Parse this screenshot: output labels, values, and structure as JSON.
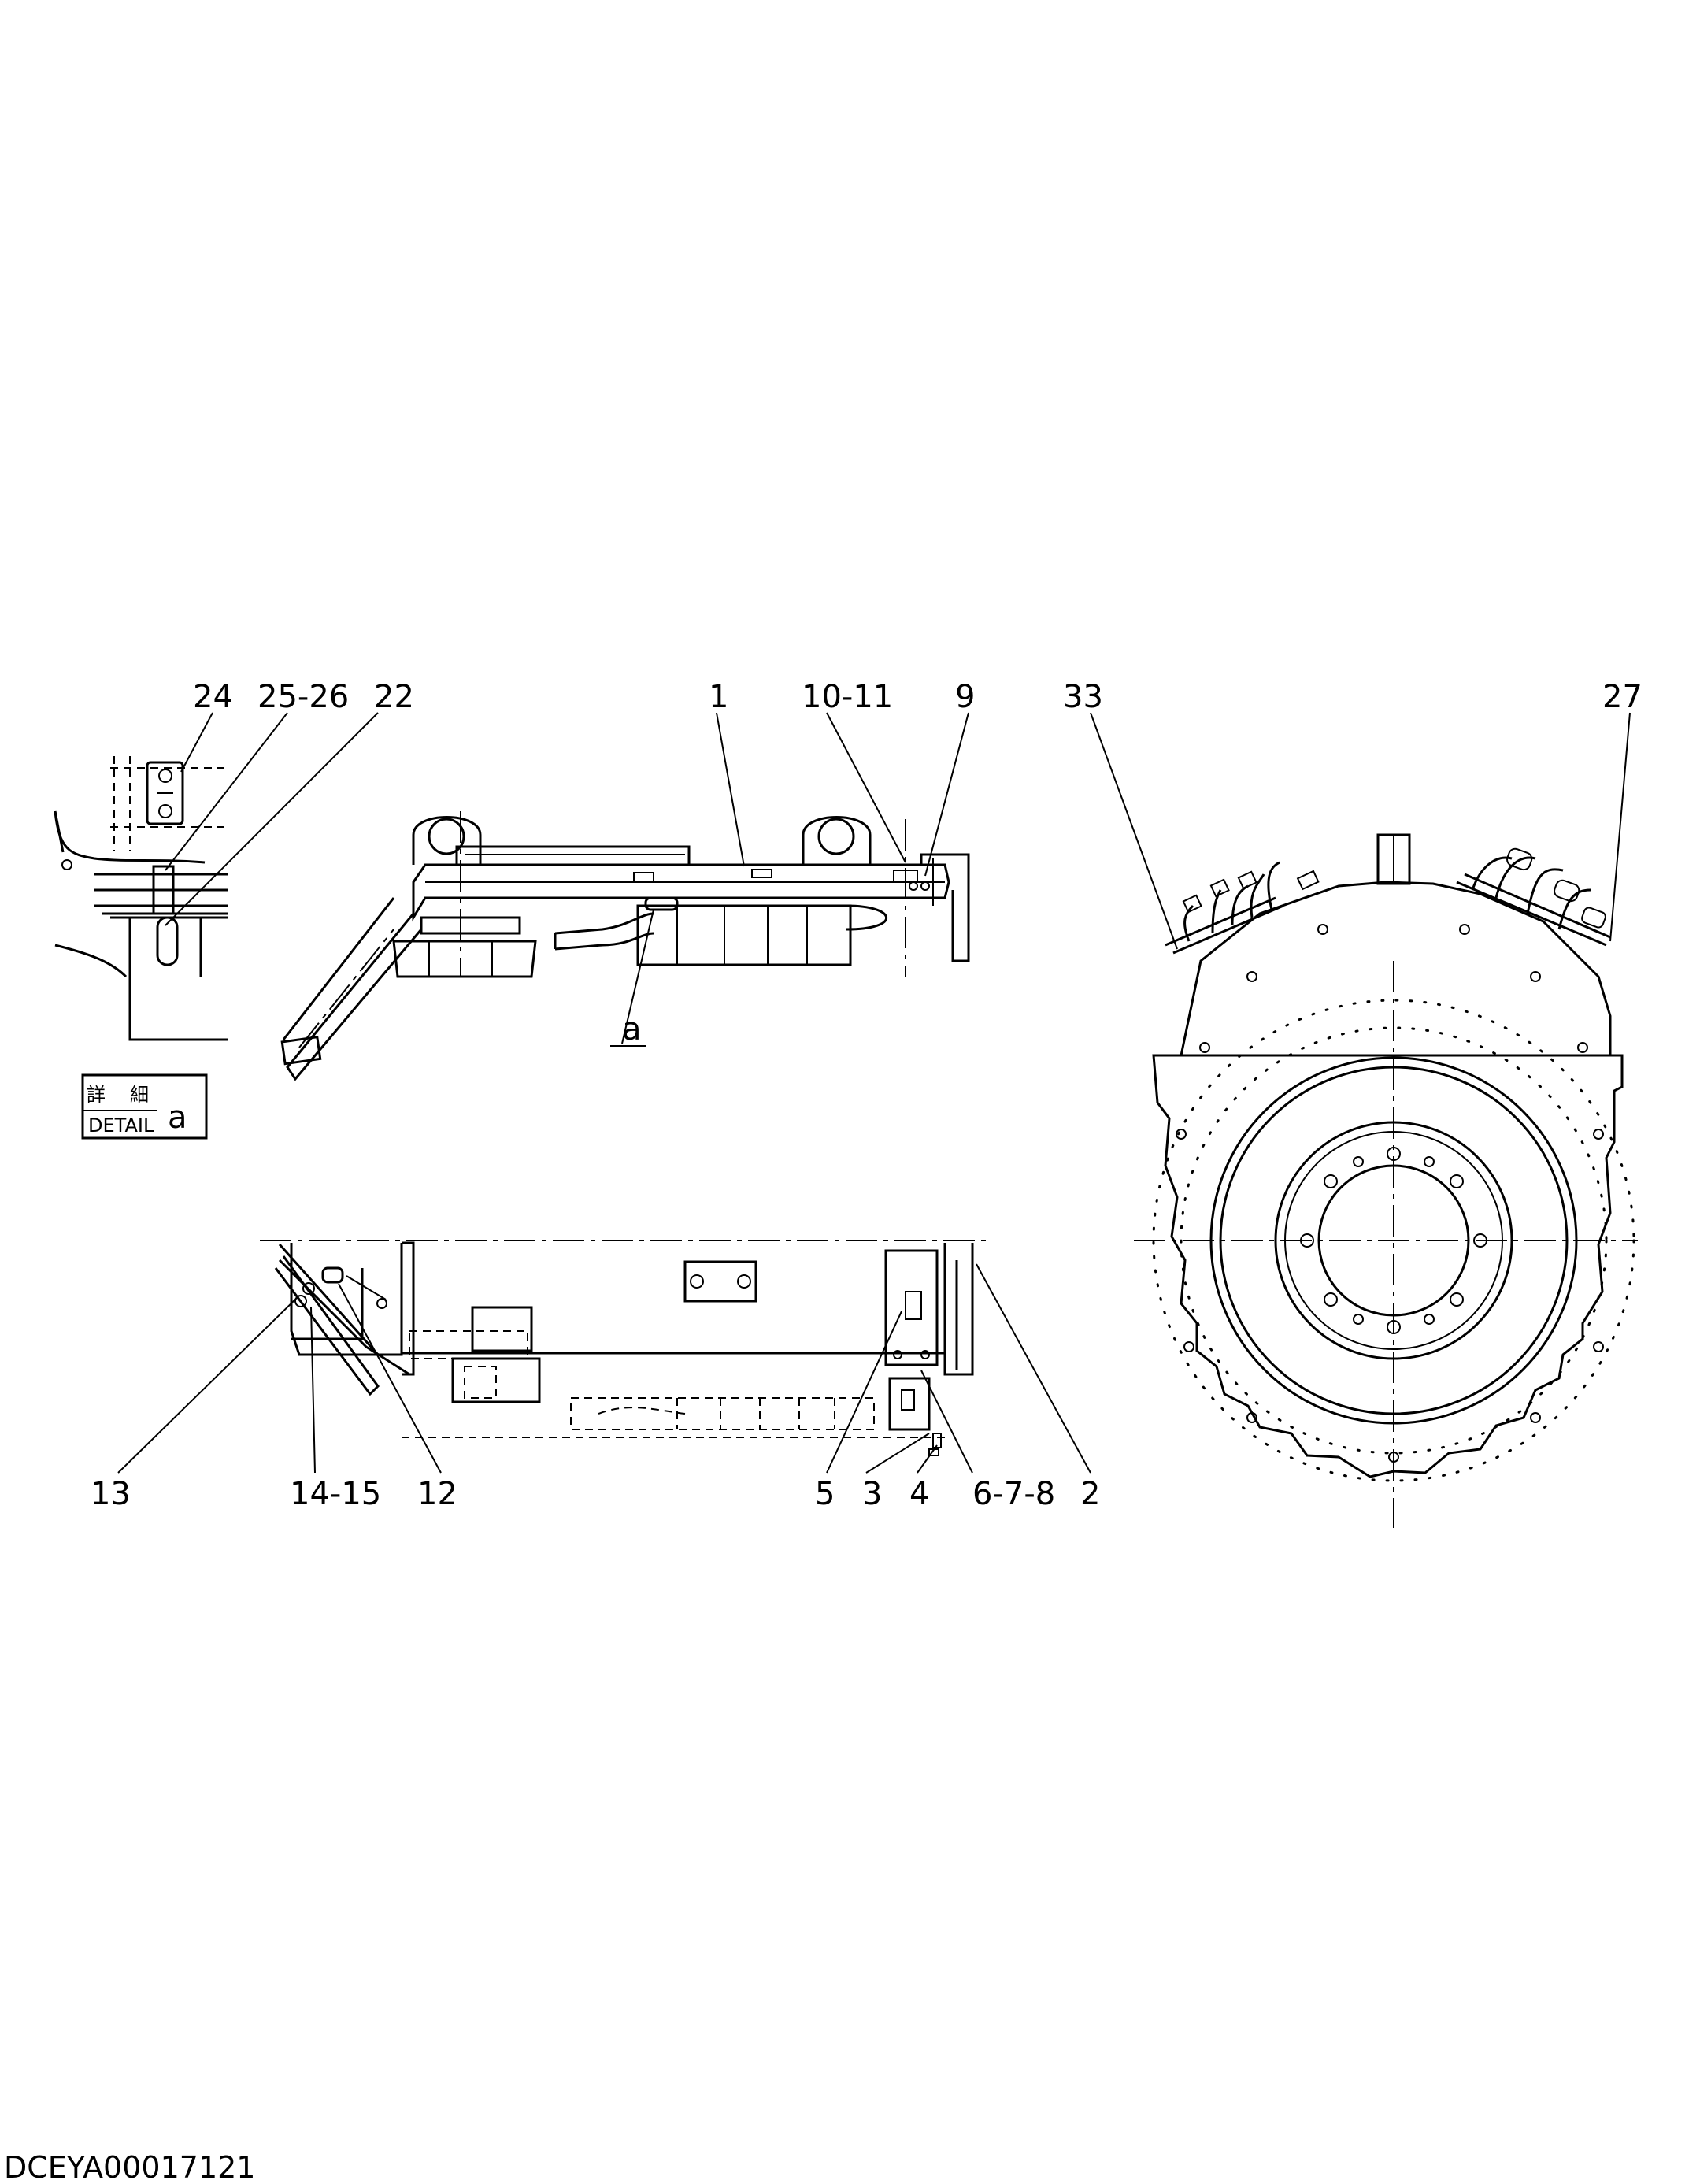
{
  "document_code": "DCEYA00017121",
  "detail_box": {
    "kanji_1": "詳",
    "kanji_2": "細",
    "word": "DETAIL",
    "letter": "a"
  },
  "view_label_a": "a",
  "callouts": {
    "c24": "24",
    "c25_26": "25-26",
    "c22": "22",
    "c1": "1",
    "c10_11": "10-11",
    "c9": "9",
    "c33": "33",
    "c27": "27",
    "c13": "13",
    "c14_15": "14-15",
    "c12": "12",
    "c5": "5",
    "c3": "3",
    "c4": "4",
    "c6_7_8": "6-7-8",
    "c2": "2"
  }
}
